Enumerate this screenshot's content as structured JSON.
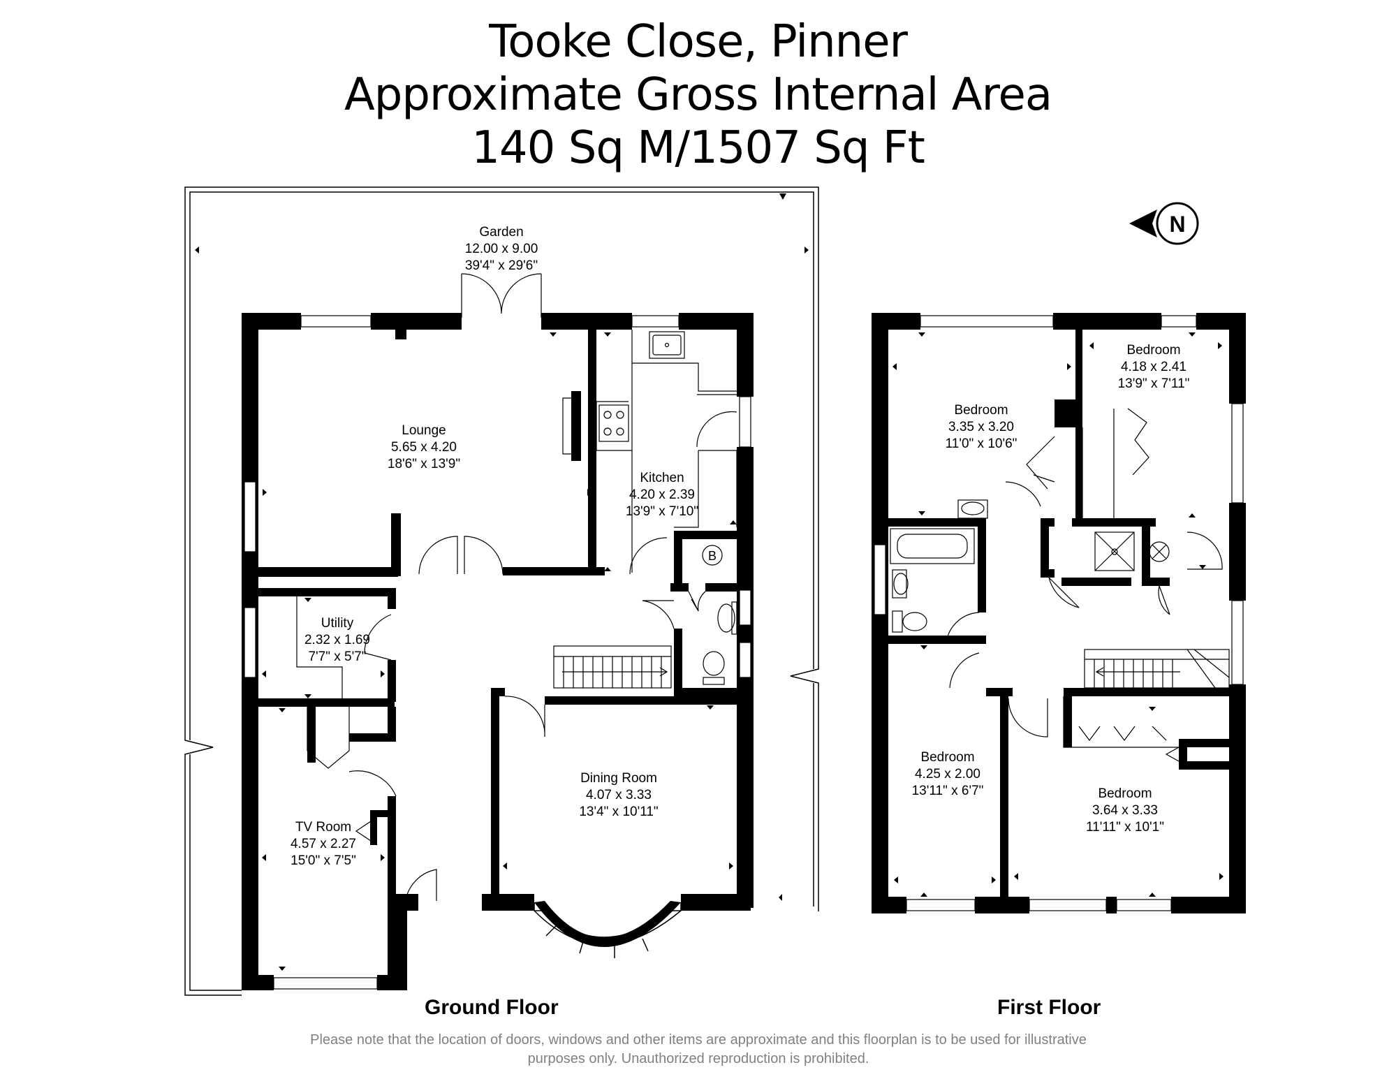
{
  "header": {
    "line1": "Tooke Close, Pinner",
    "line2": "Approximate Gross Internal Area",
    "line3": "140 Sq M/1507 Sq Ft"
  },
  "compass": {
    "label": "N"
  },
  "ground_floor": {
    "label": "Ground Floor",
    "rooms": [
      {
        "name": "Garden",
        "metric": "12.00 x 9.00",
        "imperial": "39'4\" x 29'6\""
      },
      {
        "name": "Lounge",
        "metric": "5.65 x 4.20",
        "imperial": "18'6\" x 13'9\""
      },
      {
        "name": "Kitchen",
        "metric": "4.20 x 2.39",
        "imperial": "13'9\" x 7'10\""
      },
      {
        "name": "Utility",
        "metric": "2.32 x 1.69",
        "imperial": "7'7\" x 5'7\""
      },
      {
        "name": "Dining Room",
        "metric": "4.07 x 3.33",
        "imperial": "13'4\" x 10'11\""
      },
      {
        "name": "TV Room",
        "metric": "4.57 x 2.27",
        "imperial": "15'0\" x 7'5\""
      }
    ],
    "boiler_label": "B"
  },
  "first_floor": {
    "label": "First Floor",
    "rooms": [
      {
        "name": "Bedroom",
        "metric": "3.35 x 3.20",
        "imperial": "11'0\" x 10'6\""
      },
      {
        "name": "Bedroom",
        "metric": "4.18 x 2.41",
        "imperial": "13'9\" x 7'11\""
      },
      {
        "name": "Bedroom",
        "metric": "4.25 x 2.00",
        "imperial": "13'11\" x 6'7\""
      },
      {
        "name": "Bedroom",
        "metric": "3.64 x 3.33",
        "imperial": "11'11\" x 10'1\""
      }
    ]
  },
  "disclaimer": {
    "line1": "Please note that the location of doors, windows and other items are approximate and this floorplan is to be used for illustrative",
    "line2": "purposes only. Unauthorized reproduction is prohibited."
  }
}
